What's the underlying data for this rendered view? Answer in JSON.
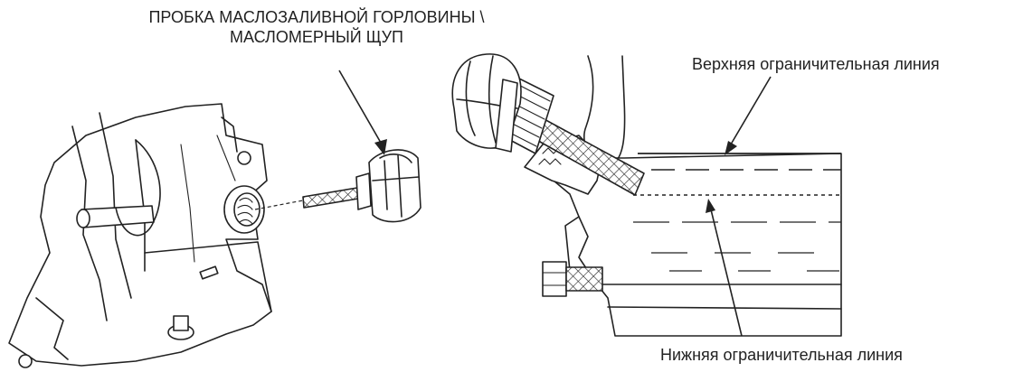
{
  "diagram": {
    "labels": {
      "oil_plug_line1": "ПРОБКА МАСЛОЗАЛИВНОЙ ГОРЛОВИНЫ \\",
      "oil_plug_line2": "МАСЛОМЕРНЫЙ ЩУП",
      "upper_limit": "Верхняя ограничительная линия",
      "lower_limit": "Нижняя ограничительная линия"
    },
    "colors": {
      "ink": "#222222",
      "background": "#ffffff"
    }
  }
}
